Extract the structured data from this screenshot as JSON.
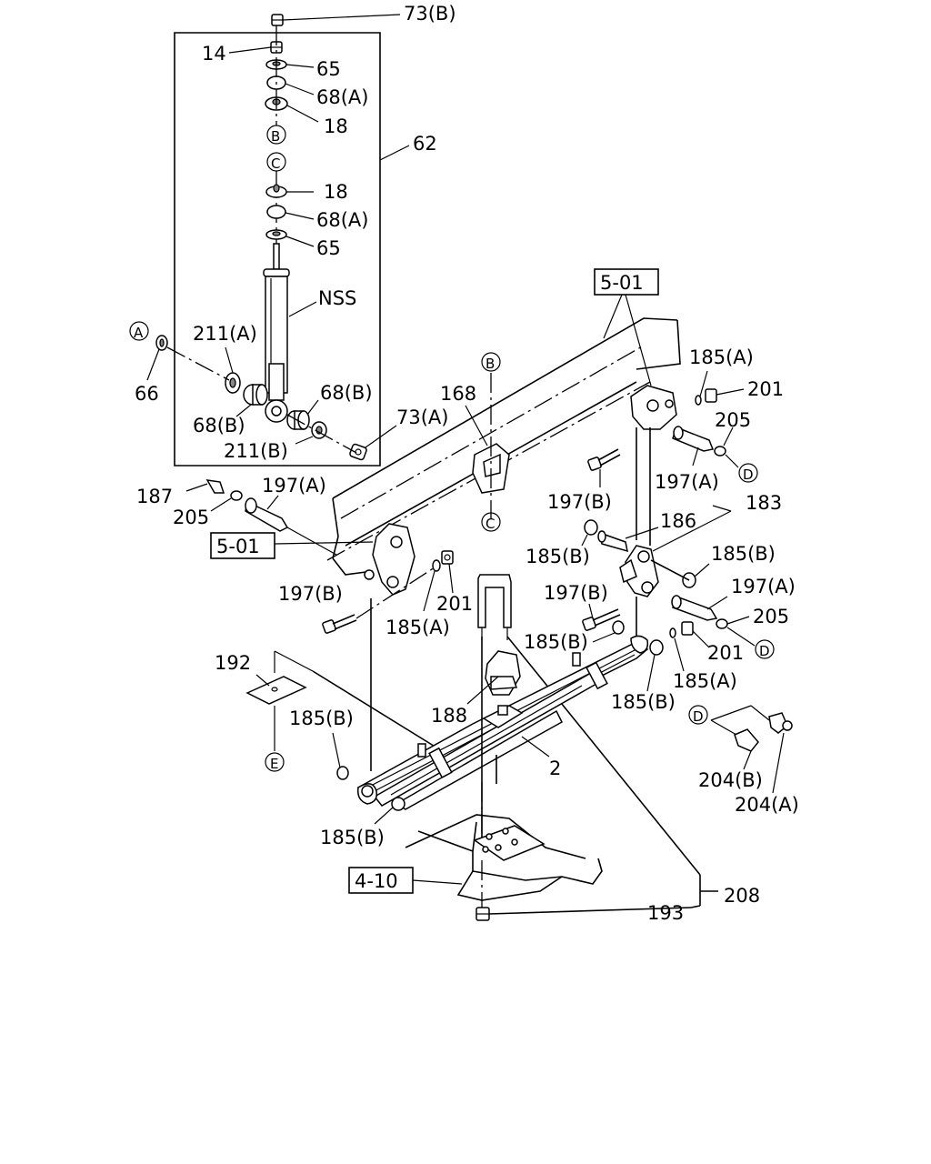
{
  "labels": {
    "l73b": "73(B)",
    "l14": "14",
    "l65a": "65",
    "l68a1": "68(A)",
    "l18a": "18",
    "l62": "62",
    "l18b": "18",
    "l68a2": "68(A)",
    "l65b": "65",
    "lnss": "NSS",
    "l211a": "211(A)",
    "l66": "66",
    "l68b1": "68(B)",
    "l68b2": "68(B)",
    "l211b": "211(B)",
    "l73a": "73(A)",
    "l168": "168",
    "l185a1": "185(A)",
    "l201a": "201",
    "l205a": "205",
    "l197a1": "197(A)",
    "l197b1": "197(B)",
    "l187": "187",
    "l197a2": "197(A)",
    "l205b": "205",
    "l186": "186",
    "l183": "183",
    "l185b1": "185(B)",
    "l185b2": "185(B)",
    "l197a3": "197(A)",
    "l197b2": "197(B)",
    "l201b": "201",
    "l185a2": "185(A)",
    "l197b3": "197(B)",
    "l205c": "205",
    "l185b3": "185(B)",
    "l201c": "201",
    "l185a3": "185(A)",
    "l192": "192",
    "l185b4": "185(B)",
    "l188": "188",
    "l2": "2",
    "l185b5": "185(B)",
    "l204b": "204(B)",
    "l204a": "204(A)",
    "l193": "193",
    "l208": "208"
  },
  "refs": {
    "frame_top": "5-01",
    "frame_left": "5-01",
    "axle": "4-10"
  },
  "callouts": {
    "a1": "A",
    "b1": "B",
    "c1": "C",
    "b2": "B",
    "c2": "C",
    "d1": "D",
    "d2": "D",
    "d3": "D",
    "e1": "E"
  }
}
